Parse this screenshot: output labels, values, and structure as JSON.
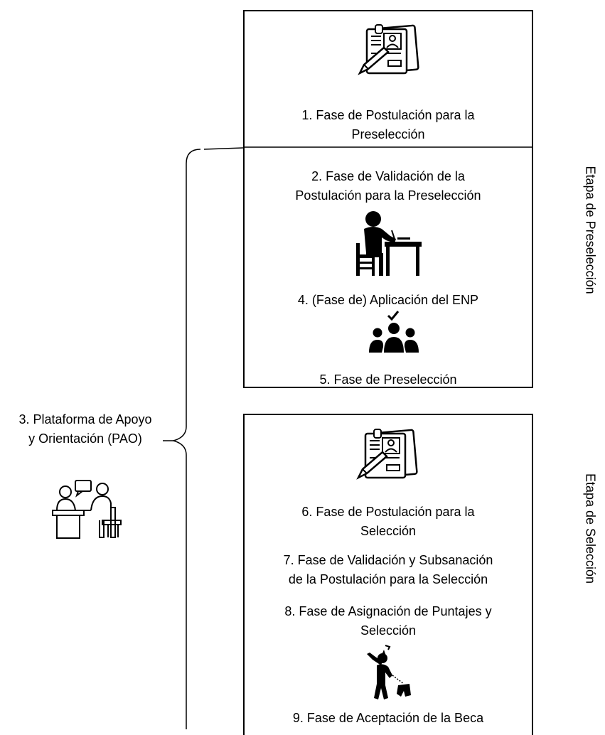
{
  "preselection_stage": {
    "label": "Etapa de Preselección",
    "phase1_line1": "1. Fase de Postulación para la",
    "phase1_line2": "Preselección",
    "phase2_line1": "2. Fase de Validación de la",
    "phase2_line2": "Postulación para la Preselección",
    "phase4": "4. (Fase de) Aplicación del ENP",
    "phase5": "5. Fase de Preselección"
  },
  "support_platform": {
    "line1": "3. Plataforma de Apoyo",
    "line2": "y Orientación (PAO)"
  },
  "selection_stage": {
    "label": "Etapa de Selección",
    "phase6_line1": "6. Fase de Postulación para la",
    "phase6_line2": "Selección",
    "phase7_line1": "7. Fase de Validación y Subsanación",
    "phase7_line2": "de la Postulación para la Selección",
    "phase8_line1": "8. Fase de Asignación de Puntajes y",
    "phase8_line2": "Selección",
    "phase9": "9. Fase de Aceptación de la Beca"
  },
  "icons": [
    "application-form-icon",
    "student-at-desk-icon",
    "approved-group-icon",
    "counseling-meeting-icon",
    "application-form-icon",
    "graduate-celebration-icon"
  ]
}
